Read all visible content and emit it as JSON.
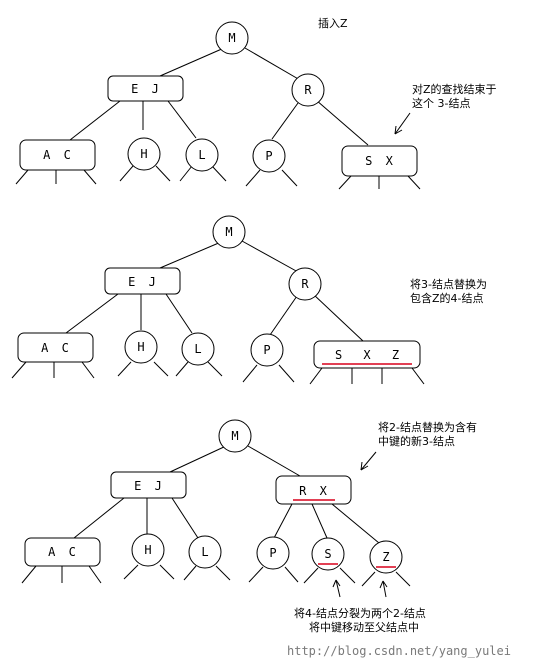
{
  "title": "插入Z",
  "stage1": {
    "root": "M",
    "mid_left": "E J",
    "mid_right": "R",
    "leaves": [
      "A C",
      "H",
      "L",
      "P",
      "S X"
    ],
    "note": [
      "对Z的查找结束于",
      "这个 3-结点"
    ]
  },
  "stage2": {
    "root": "M",
    "mid_left": "E J",
    "mid_right": "R",
    "leaves": [
      "A C",
      "H",
      "L",
      "P",
      "S X Z"
    ],
    "note": [
      "将3-结点替换为",
      "包含Z的4-结点"
    ]
  },
  "stage3": {
    "root": "M",
    "mid_left": "E J",
    "mid_right": "R X",
    "leaves": [
      "A C",
      "H",
      "L",
      "P",
      "S",
      "Z"
    ],
    "note_top": [
      "将2-结点替换为含有",
      "中键的新3-结点"
    ],
    "note_bottom": [
      "将4-结点分裂为两个2-结点",
      "将中键移动至父结点中"
    ]
  },
  "watermark": "http://blog.csdn.net/yang_yulei",
  "colors": {
    "highlight": "#d9001b",
    "stroke": "#000000",
    "watermark": "#7a7a7a"
  }
}
